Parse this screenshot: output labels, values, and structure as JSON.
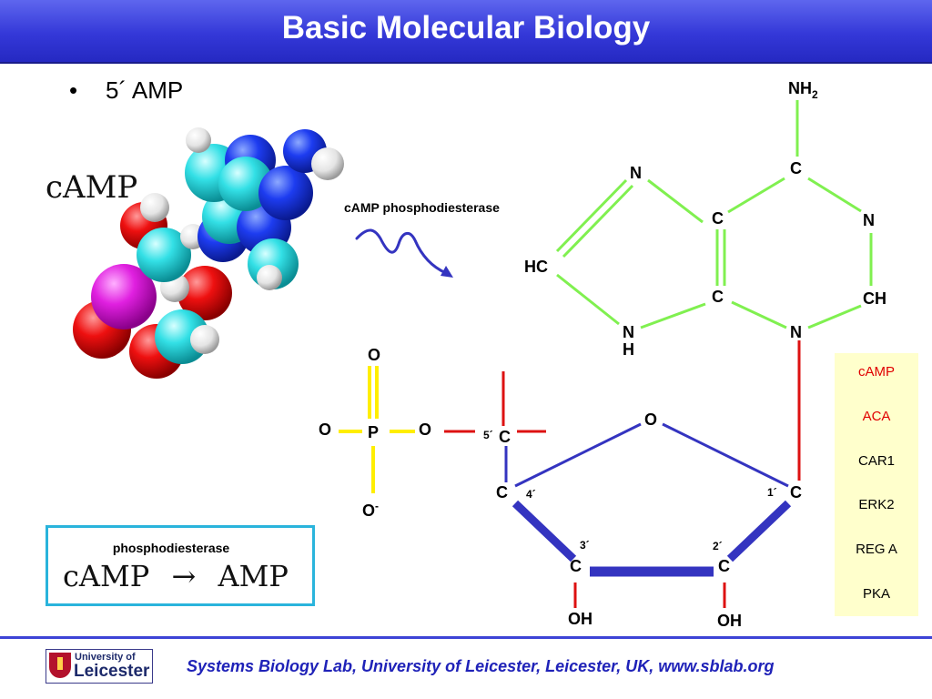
{
  "title": "Basic Molecular Biology",
  "bullet": {
    "symbol": "•",
    "text": "5´ AMP"
  },
  "molecule_label": "cAMP",
  "enzyme_arrow_label": "cAMP phosphodiesterase",
  "adenine": {
    "nh2": "NH",
    "nh2_sub": "2",
    "c6": "C",
    "n1": "N",
    "c2": "CH",
    "n3": "N",
    "c4": "C",
    "c5": "C",
    "n7": "N",
    "c8": "HC",
    "n9": "N",
    "n9_h": "H"
  },
  "ribose": {
    "o_ring": "O",
    "c1": "C",
    "c1_label": "1´",
    "c2": "C",
    "c2_label": "2´",
    "c3": "C",
    "c3_label": "3´",
    "c4": "C",
    "c4_label": "4´",
    "c5": "C",
    "c5_label": "5´",
    "oh2": "OH",
    "oh3": "OH"
  },
  "phosphate": {
    "p": "P",
    "o_top": "O",
    "o_left": "O",
    "o_right": "O",
    "o_bottom": "O",
    "o_bottom_charge": "-"
  },
  "reaction_box": {
    "label": "phosphodiesterase",
    "reactant": "cAMP",
    "arrow": "→",
    "product": "AMP"
  },
  "protein_list": [
    {
      "name": "cAMP",
      "color": "#e00000"
    },
    {
      "name": "ACA",
      "color": "#e00000"
    },
    {
      "name": "CAR1",
      "color": "#000000"
    },
    {
      "name": "ERK2",
      "color": "#000000"
    },
    {
      "name": "REG A",
      "color": "#000000"
    },
    {
      "name": "PKA",
      "color": "#000000"
    }
  ],
  "footer": {
    "logo_top": "University of",
    "logo_bottom": "Leicester",
    "text": "Systems Biology Lab, University of Leicester, Leicester, UK, www.sblab.org"
  },
  "colors": {
    "title_bar": "#3438d8",
    "bond_green": "#80f050",
    "bond_red": "#dd1111",
    "bond_blue": "#3434c0",
    "bond_yellow": "#ffee00",
    "box_border": "#2ab4dc",
    "list_bg": "#ffffcc",
    "footer_text": "#1f22b8"
  }
}
